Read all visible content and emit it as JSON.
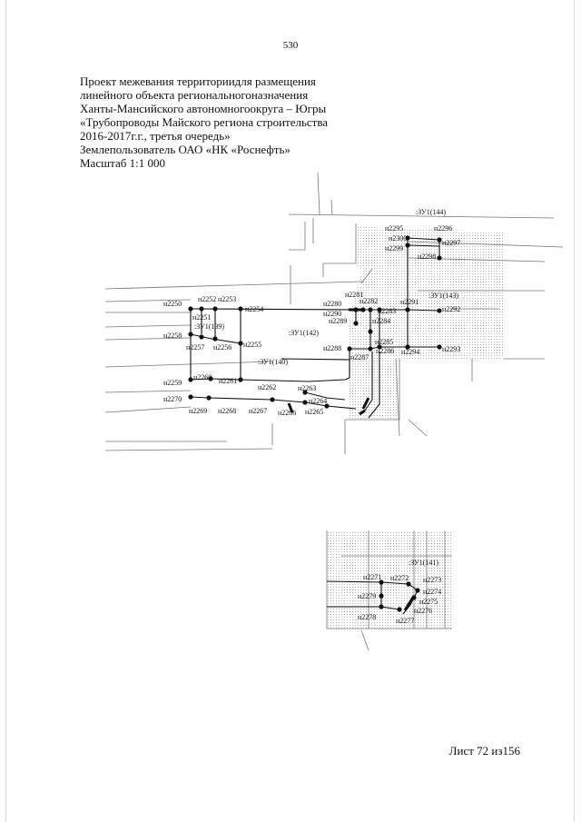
{
  "page_number": "530",
  "title_lines": [
    "Проект межевания территориидля размещения",
    "линейного объекта региональногоназначения",
    "Ханты-Мансийского автономногоокруга – Югры",
    "«Трубопроводы Майского региона строительства",
    "2016-2017г.г., третья очередь»",
    "Землепользователь ОАО «НК «Роснефть»",
    "Масштаб 1:1 000"
  ],
  "footer": "Лист 72 из156",
  "map": {
    "parcel_labels": [
      ":ЗУ1(144)",
      ":ЗУ1(143)",
      ":ЗУ1(139)",
      ":ЗУ1(142)",
      ":ЗУ1(140)",
      ":ЗУ1(141)"
    ],
    "point_labels": [
      "н2250",
      "н2251",
      "н2252",
      "н2253",
      "н2254",
      "н2255",
      "н2256",
      "н2257",
      "н2258",
      "н2259",
      "н2260",
      "н2261",
      "н2262",
      "н2263",
      "н2264",
      "н2265",
      "н2266",
      "н2267",
      "н2268",
      "н2269",
      "н2270",
      "н2280",
      "н2281",
      "н2282",
      "н2283",
      "н2284",
      "н2285",
      "н2286",
      "н2287",
      "н2288",
      "н2289",
      "н2290",
      "н2291",
      "н2292",
      "н2293",
      "н2294",
      "н2295",
      "н2296",
      "н2297",
      "н2298",
      "н2299",
      "н2300",
      "н2271",
      "н2272",
      "н2273",
      "н2274",
      "н2275",
      "н2276",
      "н2277",
      "н2278",
      "н2279"
    ]
  }
}
